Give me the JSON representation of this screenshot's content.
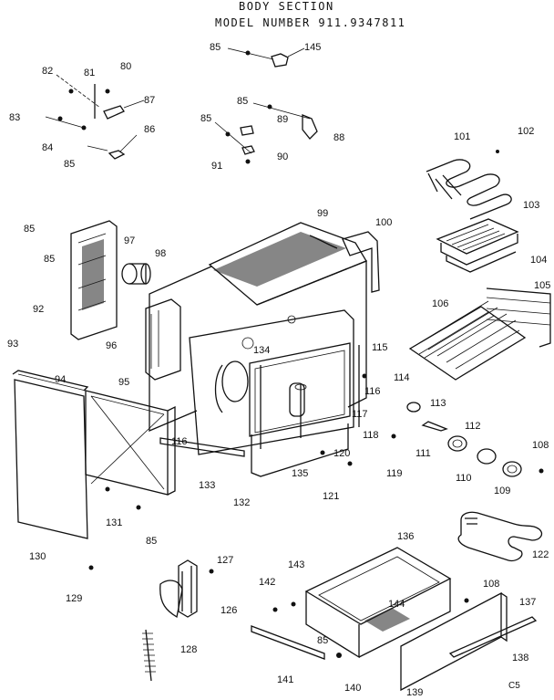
{
  "header": {
    "line1": "BODY SECTION",
    "line2": "MODEL NUMBER 911.9347811"
  },
  "corner_mark": "C5",
  "callouts": [
    {
      "id": "c85a",
      "text": "85"
    },
    {
      "id": "c145",
      "text": "145"
    },
    {
      "id": "c82",
      "text": "82"
    },
    {
      "id": "c81",
      "text": "81"
    },
    {
      "id": "c80",
      "text": "80"
    },
    {
      "id": "c87",
      "text": "87"
    },
    {
      "id": "c83",
      "text": "83"
    },
    {
      "id": "c86",
      "text": "86"
    },
    {
      "id": "c84",
      "text": "84"
    },
    {
      "id": "c85b",
      "text": "85"
    },
    {
      "id": "c85c",
      "text": "85"
    },
    {
      "id": "c85d",
      "text": "85"
    },
    {
      "id": "c89",
      "text": "89"
    },
    {
      "id": "c88",
      "text": "88"
    },
    {
      "id": "c90",
      "text": "90"
    },
    {
      "id": "c91",
      "text": "91"
    },
    {
      "id": "c101",
      "text": "101"
    },
    {
      "id": "c102",
      "text": "102"
    },
    {
      "id": "c103",
      "text": "103"
    },
    {
      "id": "c104",
      "text": "104"
    },
    {
      "id": "c105",
      "text": "105"
    },
    {
      "id": "c106",
      "text": "106"
    },
    {
      "id": "c99",
      "text": "99"
    },
    {
      "id": "c100",
      "text": "100"
    },
    {
      "id": "c85e",
      "text": "85"
    },
    {
      "id": "c97",
      "text": "97"
    },
    {
      "id": "c98",
      "text": "98"
    },
    {
      "id": "c85f",
      "text": "85"
    },
    {
      "id": "c92",
      "text": "92"
    },
    {
      "id": "c96",
      "text": "96"
    },
    {
      "id": "c93",
      "text": "93"
    },
    {
      "id": "c94",
      "text": "94"
    },
    {
      "id": "c95",
      "text": "95"
    },
    {
      "id": "c134",
      "text": "134"
    },
    {
      "id": "c115",
      "text": "115"
    },
    {
      "id": "c114",
      "text": "114"
    },
    {
      "id": "c116a",
      "text": "116"
    },
    {
      "id": "c116b",
      "text": "116"
    },
    {
      "id": "c117",
      "text": "117"
    },
    {
      "id": "c113",
      "text": "113"
    },
    {
      "id": "c112",
      "text": "112"
    },
    {
      "id": "c118",
      "text": "118"
    },
    {
      "id": "c111",
      "text": "111"
    },
    {
      "id": "c108a",
      "text": "108"
    },
    {
      "id": "c120",
      "text": "120"
    },
    {
      "id": "c119",
      "text": "119"
    },
    {
      "id": "c110",
      "text": "110"
    },
    {
      "id": "c109",
      "text": "109"
    },
    {
      "id": "c133",
      "text": "133"
    },
    {
      "id": "c135",
      "text": "135"
    },
    {
      "id": "c132",
      "text": "132"
    },
    {
      "id": "c121",
      "text": "121"
    },
    {
      "id": "c131",
      "text": "131"
    },
    {
      "id": "c85g",
      "text": "85"
    },
    {
      "id": "c130",
      "text": "130"
    },
    {
      "id": "c129",
      "text": "129"
    },
    {
      "id": "c122",
      "text": "122"
    },
    {
      "id": "c127",
      "text": "127"
    },
    {
      "id": "c126",
      "text": "126"
    },
    {
      "id": "c136",
      "text": "136"
    },
    {
      "id": "c143",
      "text": "143"
    },
    {
      "id": "c142",
      "text": "142"
    },
    {
      "id": "c108b",
      "text": "108"
    },
    {
      "id": "c137",
      "text": "137"
    },
    {
      "id": "c144",
      "text": "144"
    },
    {
      "id": "c128",
      "text": "128"
    },
    {
      "id": "c85h",
      "text": "85"
    },
    {
      "id": "c141",
      "text": "141"
    },
    {
      "id": "c140",
      "text": "140"
    },
    {
      "id": "c138",
      "text": "138"
    },
    {
      "id": "c139",
      "text": "139"
    }
  ]
}
